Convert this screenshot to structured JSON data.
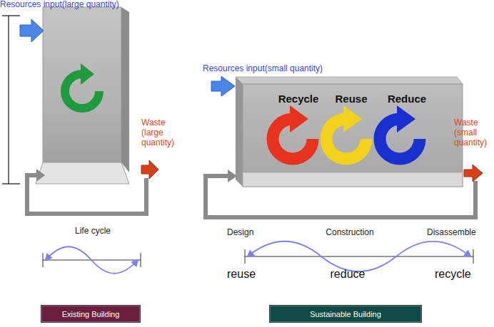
{
  "diagram": {
    "nodes": [
      {
        "text": [
          "Existing Building"
        ]
      },
      {
        "text": [
          "Sustainable Building"
        ]
      }
    ],
    "labels": [
      "Resources input(large quantity)",
      "Waste (large quantity)",
      "Life cycle",
      "Resources input(small quantity)",
      "Recycle",
      "Reuse",
      "Reduce",
      "Waste (small quantity)",
      "Design",
      "Construction",
      "Disassemble",
      "reuse",
      "reduce",
      "recycle"
    ]
  }
}
